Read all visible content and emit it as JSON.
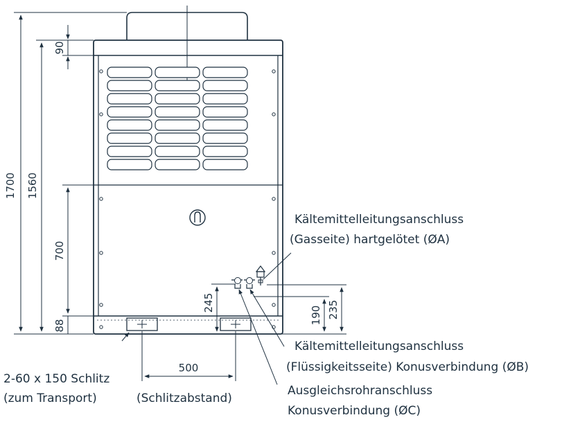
{
  "dimensions": {
    "overall_height": "1700",
    "body_height": "1560",
    "top_cap": "90",
    "lower_panel": "700",
    "base_height": "88",
    "pipe_height_left": "245",
    "pipe_height_a": "190",
    "pipe_height_b": "235",
    "slot_spacing": "500"
  },
  "callouts": {
    "gas_line_1": "Kältemittelleitungsanschluss",
    "gas_line_2": "(Gasseite) hartgelötet (ØA)",
    "liquid_line_1": "Kältemittelleitungsanschluss",
    "liquid_line_2": "(Flüssigkeitsseite) Konusverbindung (ØB)",
    "balance_line_1": "Ausgleichsrohranschluss",
    "balance_line_2": "Konusverbindung (ØC)",
    "slot_line_1": "2-60 x 150 Schlitz",
    "slot_line_2": "(zum Transport)",
    "slot_spacing_label": "(Schlitzabstand)"
  },
  "colors": {
    "line": "#1f3140"
  }
}
